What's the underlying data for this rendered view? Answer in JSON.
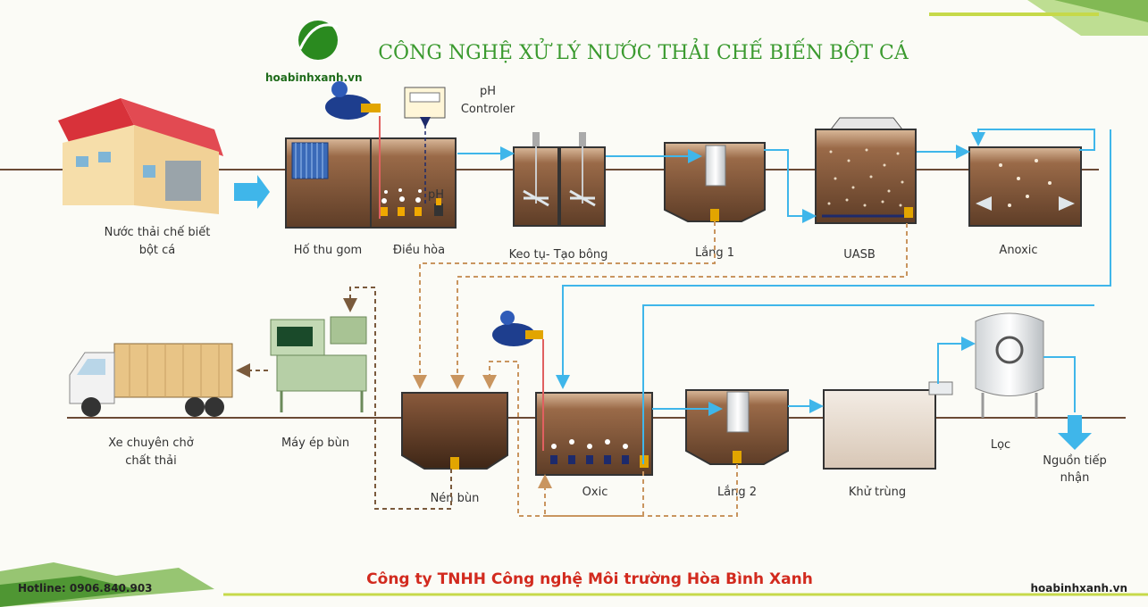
{
  "header": {
    "title": "CÔNG NGHỆ XỬ LÝ NƯỚC THẢI CHẾ BIẾN BỘT CÁ",
    "logo_text": "hoabinhxanh.vn"
  },
  "controller": {
    "line1": "pH",
    "line2": "Controler",
    "probe": "pH"
  },
  "stages": {
    "source": {
      "line1": "Nước thải chế biết",
      "line2": "bột cá"
    },
    "collection": "Hố thu gom",
    "equalization": "Điều hòa",
    "coagulation": "Keo tụ- Tạo bông",
    "settling1": "Lắng 1",
    "uasb": "UASB",
    "anoxic": "Anoxic",
    "truck": {
      "line1": "Xe chuyên chở",
      "line2": "chất thải"
    },
    "press": "Máy ép bùn",
    "thickener": "Nén bùn",
    "oxic": "Oxic",
    "settling2": "Lắng 2",
    "disinfection": "Khử trùng",
    "filter": "Lọc",
    "outlet": {
      "line1": "Nguồn tiếp",
      "line2": "nhận"
    }
  },
  "footer": {
    "company": "Công ty TNHH Công nghệ Môi trường Hòa Bình Xanh",
    "hotline": "Hotline: 0906.840.903",
    "website": "hoabinhxanh.vn"
  },
  "colors": {
    "water": "#3fb6ea",
    "sludge": "#c9955f",
    "sludge_return": "#7a5a3c",
    "tank": "#6b4a35",
    "title": "#3b9a2f",
    "company": "#d22a1e"
  }
}
